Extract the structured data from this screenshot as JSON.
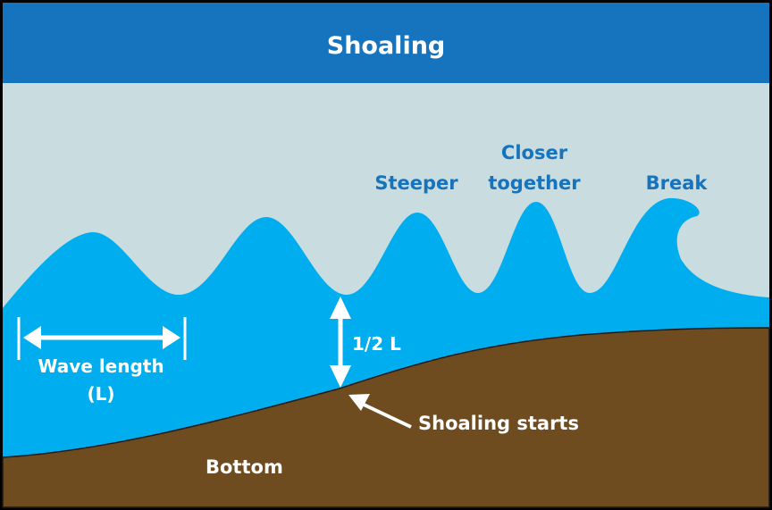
{
  "title": "Shoaling",
  "labels": {
    "steeper": "Steeper",
    "closer_line1": "Closer",
    "closer_line2": "together",
    "break": "Break",
    "wave_length": "Wave length",
    "wave_length_symbol": "(L)",
    "half_l": "1/2 L",
    "shoaling_starts": "Shoaling starts",
    "bottom": "Bottom"
  },
  "colors": {
    "header": "#1574bd",
    "sky": "#c9dce0",
    "water": "#00aeef",
    "bottom": "#6f4c1f",
    "label_blue": "#1574bd",
    "label_white": "#ffffff"
  }
}
